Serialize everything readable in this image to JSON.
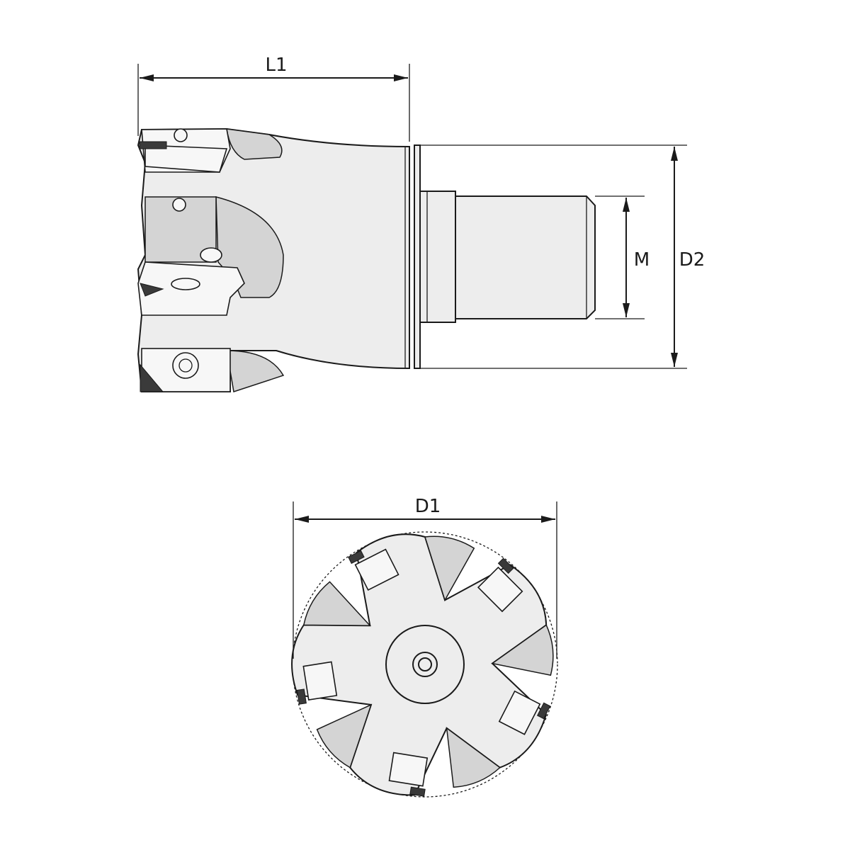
{
  "drawing": {
    "side_view": {
      "dimensions": {
        "overall_length": "L1",
        "flange_diameter": "D2",
        "shank_diameter": "M"
      }
    },
    "front_view": {
      "dimensions": {
        "cutting_diameter": "D1"
      },
      "tooth_count": 5
    },
    "colors": {
      "line": "#1a1a1a",
      "body": "#ededed",
      "shade": "#d4d4d4",
      "insert_tip": "#3a3a3a"
    }
  }
}
